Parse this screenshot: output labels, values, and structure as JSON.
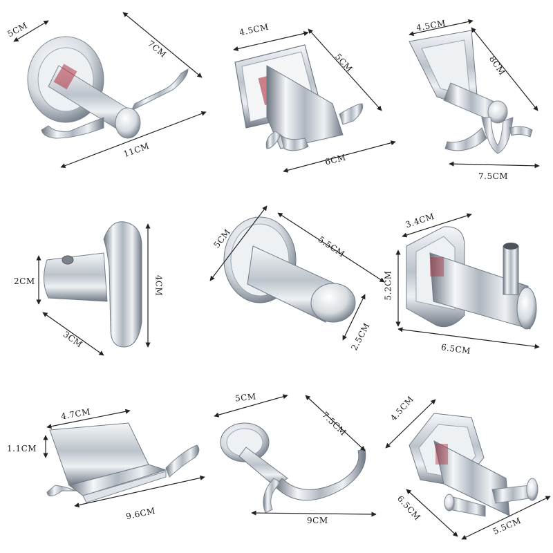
{
  "products": [
    {
      "name": "round-double-hook",
      "dims": [
        "5CM",
        "7CM",
        "11CM"
      ]
    },
    {
      "name": "square-double-hook",
      "dims": [
        "4.5CM",
        "5CM",
        "6CM"
      ]
    },
    {
      "name": "trapezoid-double-hook",
      "dims": [
        "4.5CM",
        "8CM",
        "7.5CM"
      ]
    },
    {
      "name": "curved-single-hook",
      "dims": [
        "2CM",
        "4CM",
        "3CM"
      ]
    },
    {
      "name": "round-single-hook",
      "dims": [
        "5CM",
        "5.5CM",
        "2.5CM"
      ]
    },
    {
      "name": "square-pin-hook",
      "dims": [
        "3.4CM",
        "5.2CM",
        "6.5CM"
      ]
    },
    {
      "name": "flat-double-hook",
      "dims": [
        "4.7CM",
        "1.1CM",
        "9.6CM"
      ]
    },
    {
      "name": "round-curved-hook",
      "dims": [
        "5CM",
        "7.5CM",
        "9CM"
      ]
    },
    {
      "name": "hexagon-double-hook",
      "dims": [
        "4.5CM",
        "6.5CM",
        "5.5CM"
      ]
    }
  ],
  "colors": {
    "chrome_light": "#f4f6f8",
    "chrome_mid": "#b8c0c8",
    "chrome_dark": "#5f6a76",
    "accent_red": "#b03040"
  }
}
